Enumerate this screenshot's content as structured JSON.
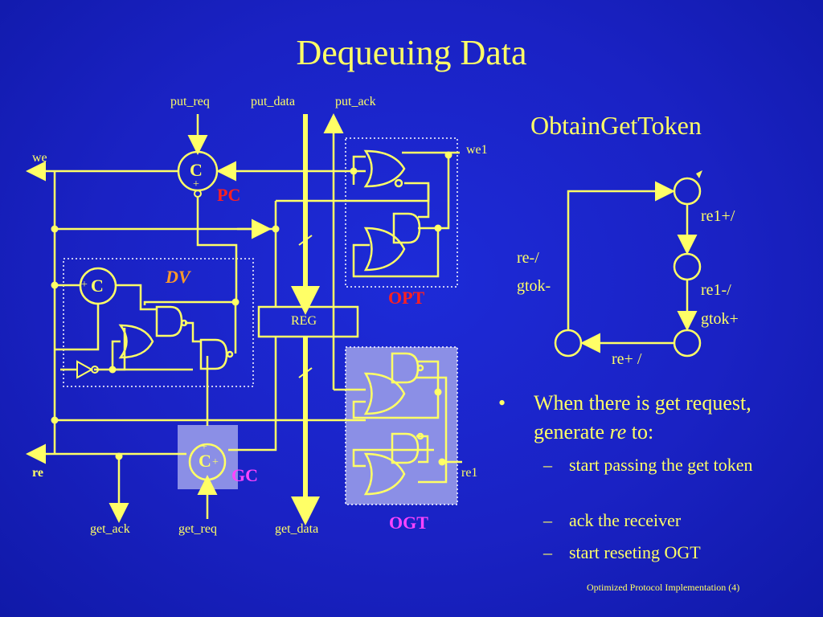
{
  "slide": {
    "title": "Dequeuing Data",
    "footer": "Optimized Protocol Implementation (4)"
  },
  "circuit": {
    "signals": {
      "put_req": "put_req",
      "put_data": "put_data",
      "put_ack": "put_ack",
      "we": "we",
      "we1": "we1",
      "re": "re",
      "re1": "re1",
      "get_ack": "get_ack",
      "get_req": "get_req",
      "get_data": "get_data"
    },
    "blocks": {
      "pc": "PC",
      "dv": "DV",
      "opt": "OPT",
      "gc": "GC",
      "ogt": "OGT",
      "reg": "REG",
      "c_element": "C",
      "plus": "+"
    }
  },
  "stg": {
    "title": "ObtainGetToken",
    "transitions": {
      "t1": "re1+/",
      "t2_line1": "re1-/",
      "t2_line2": "gtok+",
      "t3": "re+ /",
      "t4_line1": "re-/",
      "t4_line2": "gtok-"
    }
  },
  "bullets": {
    "main_bullet": "•",
    "main_prefix": "When there is get request, generate ",
    "main_italic": "re",
    "main_suffix": " to:",
    "dash": "–",
    "subs": [
      "start passing the get token",
      "ack the receiver",
      "start reseting OGT"
    ]
  },
  "colors": {
    "background": "#1a22c4",
    "wire": "#ffff66",
    "pc_label": "#ff2020",
    "dv_label": "#ff9a2a",
    "gc_ogt_label": "#ff44ff",
    "highlight_box": "#8b8fe6"
  }
}
